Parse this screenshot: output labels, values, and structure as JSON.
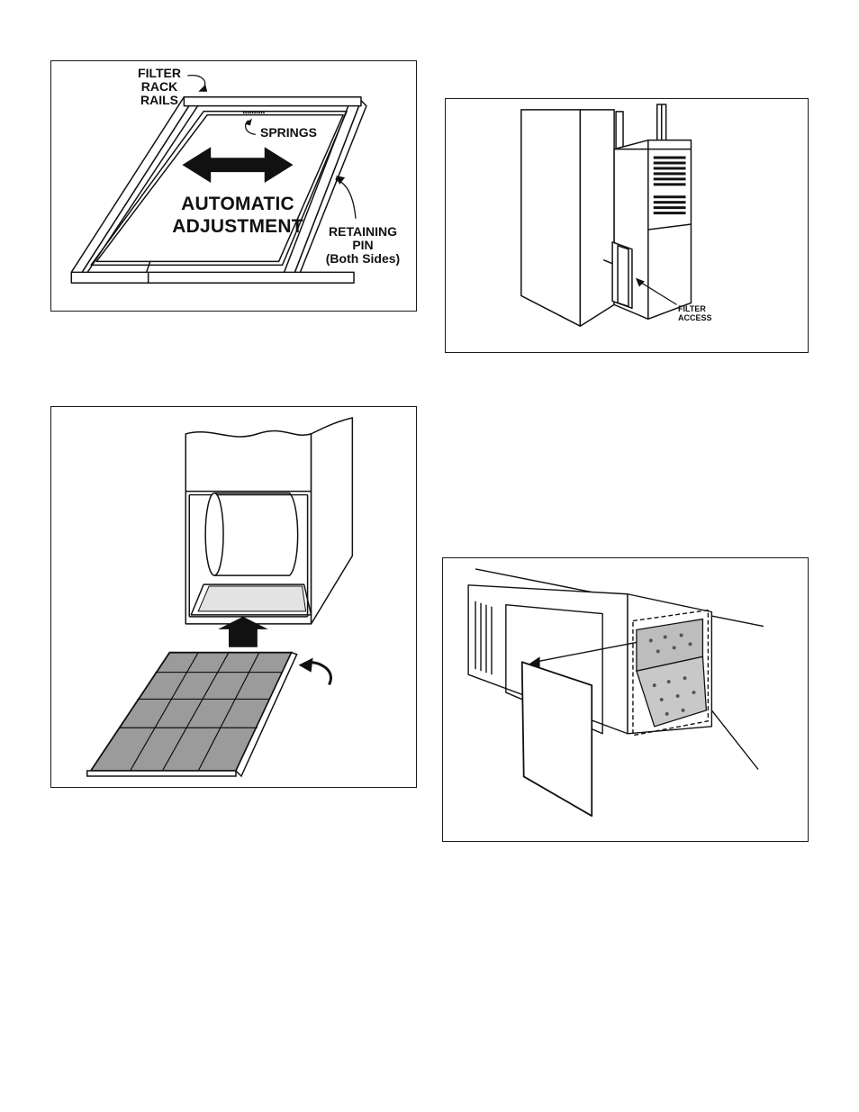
{
  "figure_filter_rack": {
    "label_filter": "FILTER",
    "label_rack": "RACK",
    "label_rails": "RAILS",
    "label_springs": "SPRINGS",
    "label_automatic": "AUTOMATIC",
    "label_adjustment": "ADJUSTMENT",
    "label_retaining": "RETAINING",
    "label_pin": "PIN",
    "label_both_sides": "(Both Sides)"
  },
  "figure_furnace_filter_access": {
    "label_filter": "FILTER",
    "label_access": "ACCESS"
  },
  "figure_filter_insertion": {},
  "figure_horizontal_unit": {}
}
